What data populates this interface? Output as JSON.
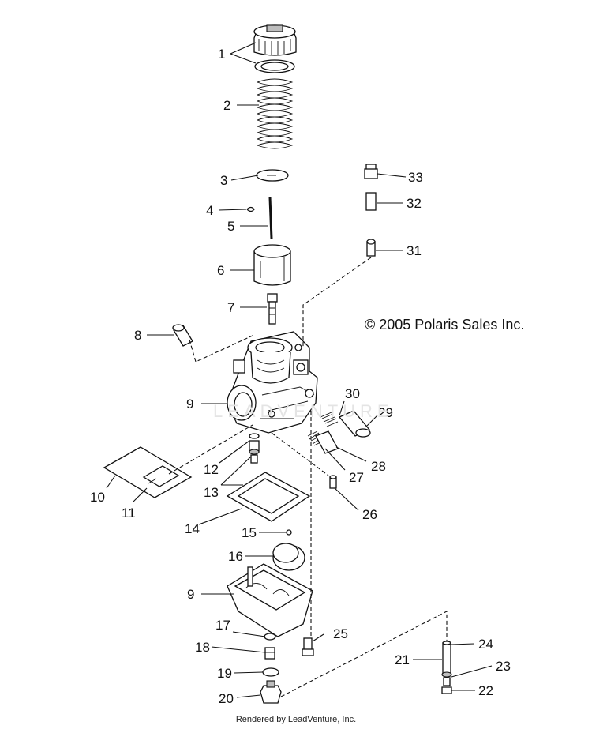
{
  "diagram": {
    "copyright": "© 2005 Polaris Sales Inc.",
    "footer": "Rendered by LeadVenture, Inc.",
    "watermark": "LEADVENTURE",
    "callouts": [
      "1",
      "2",
      "3",
      "4",
      "5",
      "6",
      "7",
      "8",
      "9",
      "9",
      "10",
      "11",
      "12",
      "13",
      "14",
      "15",
      "16",
      "17",
      "18",
      "19",
      "20",
      "21",
      "22",
      "23",
      "24",
      "25",
      "26",
      "27",
      "28",
      "29",
      "30",
      "31",
      "32",
      "33"
    ]
  }
}
